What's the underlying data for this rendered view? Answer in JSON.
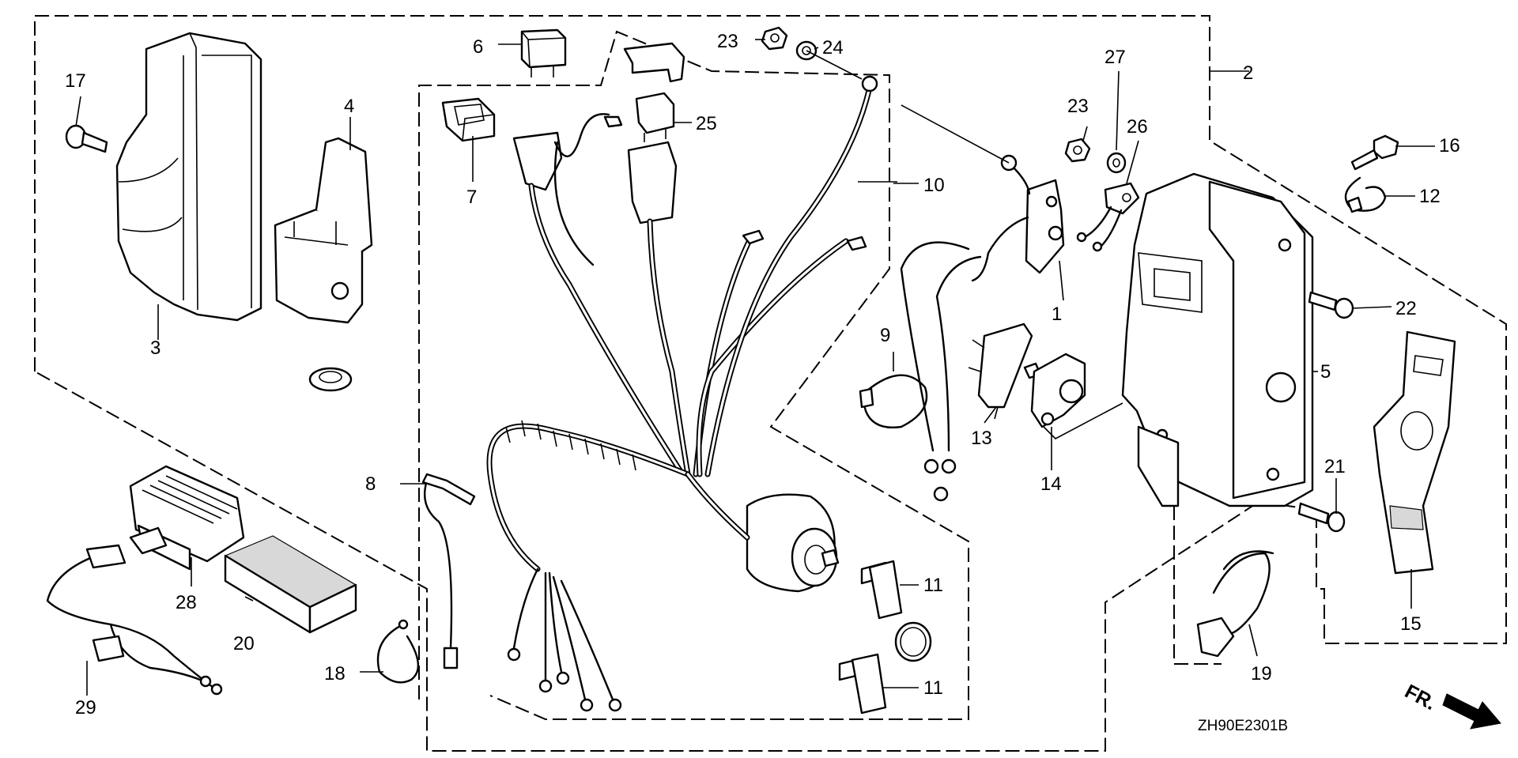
{
  "diagram": {
    "code": "ZH90E2301B",
    "direction_marker": "FR."
  },
  "callouts": {
    "c1": "1",
    "c2": "2",
    "c3": "3",
    "c4": "4",
    "c5": "5",
    "c6": "6",
    "c7": "7",
    "c8": "8",
    "c9": "9",
    "c10": "10",
    "c11a": "11",
    "c11b": "11",
    "c12": "12",
    "c13": "13",
    "c14": "14",
    "c15": "15",
    "c16": "16",
    "c17": "17",
    "c18": "18",
    "c19": "19",
    "c20": "20",
    "c21": "21",
    "c22": "22",
    "c23a": "23",
    "c23b": "23",
    "c24": "24",
    "c25": "25",
    "c26": "26",
    "c27": "27",
    "c28": "28",
    "c29": "29"
  }
}
